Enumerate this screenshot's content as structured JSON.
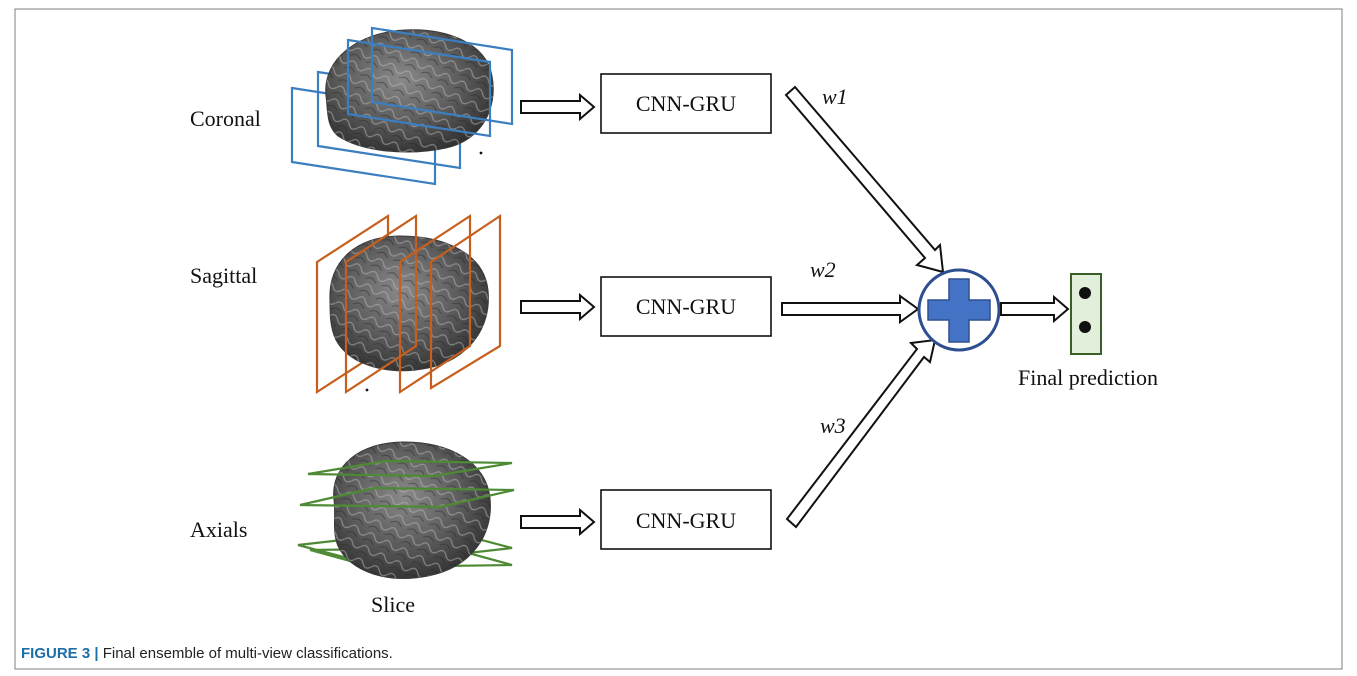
{
  "views": [
    {
      "label": "Coronal",
      "slice_color": "#3b7fc0"
    },
    {
      "label": "Sagittal",
      "slice_color": "#c65f1d"
    },
    {
      "label": "Axials",
      "slice_color": "#4e8a34"
    }
  ],
  "slice_label": "Slice",
  "blocks": [
    {
      "label": "CNN-GRU"
    },
    {
      "label": "CNN-GRU"
    },
    {
      "label": "CNN-GRU"
    }
  ],
  "weights": [
    "w1",
    "w2",
    "w3"
  ],
  "ensemble": {
    "symbol": "plus",
    "ring_color": "#2e4f8f",
    "fill_color": "#4472c4"
  },
  "output": {
    "label": "Final prediction",
    "fill_color": "#e2efda",
    "border_color": "#3a5f27"
  },
  "caption": {
    "figure_label": "FIGURE 3 |",
    "text": "Final ensemble of multi-view classifications."
  }
}
